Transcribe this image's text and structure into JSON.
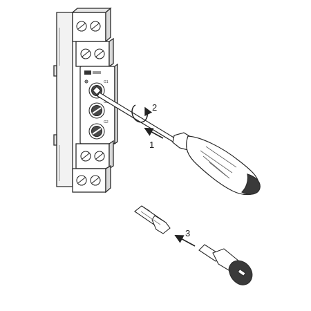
{
  "steps": {
    "step1": "1",
    "step2": "2",
    "step3": "3"
  },
  "device": {
    "fuse_labels": [
      "G1",
      "G3",
      "G2"
    ]
  },
  "icons": {
    "fuse_holder": "fuse-holder-cap-icon",
    "fuse": "glass-tube-fuse-icon",
    "screwdriver": "screwdriver-icon",
    "rotate": "rotate-arrow-icon",
    "push": "push-arrow-icon"
  },
  "colors": {
    "outline": "#2a2a2a",
    "body": "#ffffff",
    "shade": "#e6e6e6",
    "knob": "#4a4a4a",
    "cap": "#3a3a3a"
  }
}
